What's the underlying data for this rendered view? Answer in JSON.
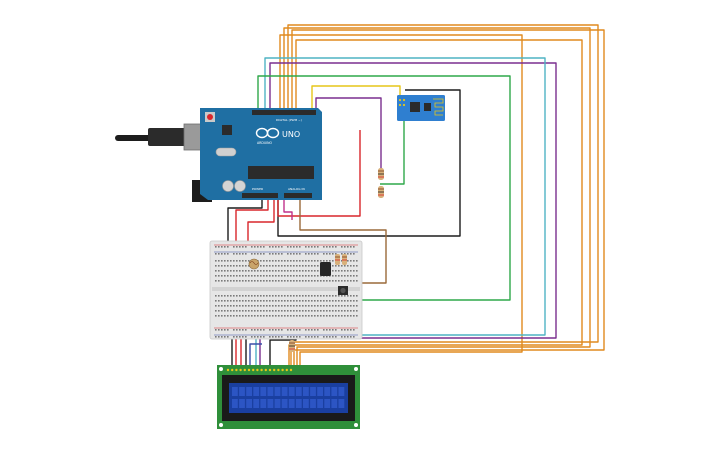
{
  "arduino": {
    "model_label": "UNO",
    "brand_label": "ARDUINO",
    "digital_header_label": "DIGITAL (PWM ~)",
    "power_header_label": "POWER",
    "analog_header_label": "ANALOG IN",
    "board_color": "#1f6fa3",
    "chip_color": "#2b2b2b"
  },
  "esp_module": {
    "board_color": "#2f7fd0"
  },
  "breadboard": {
    "color": "#e6e6e6"
  },
  "lcd": {
    "pcb_color": "#2f8f3a",
    "screen_color": "#1a3fa0"
  },
  "wire_colors": {
    "orange": "#e08a1e",
    "purple": "#7a2f8f",
    "teal": "#4fb3c4",
    "green": "#2fa84a",
    "red": "#d8262b",
    "black": "#1d1d1d",
    "yellow": "#e6c619",
    "brown": "#9a6a3a"
  }
}
